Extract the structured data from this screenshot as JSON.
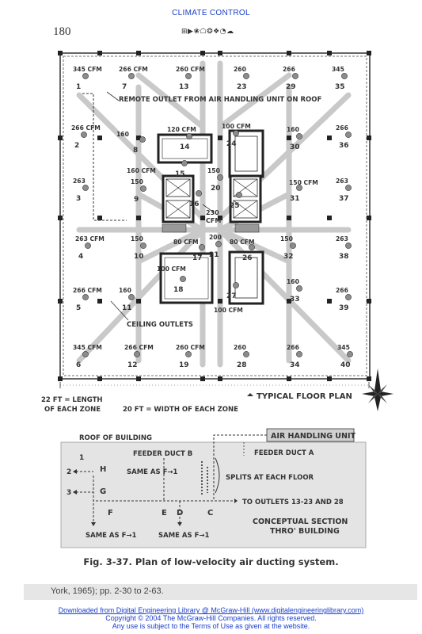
{
  "header": {
    "section": "CLIMATE CONTROL",
    "page_number": "180",
    "glyph_row": "⊞▶❀☖❂❖◔☁"
  },
  "plan": {
    "remote_outlet_label": "REMOTE OUTLET FROM AIR HANDLING UNIT ON ROOF",
    "ceiling_outlets_label": "CEILING OUTLETS",
    "typical_floor_plan": "TYPICAL FLOOR PLAN",
    "zone_length_1": "22 FT = LENGTH",
    "zone_length_2": "OF EACH ZONE",
    "zone_width": "20 FT = WIDTH OF EACH ZONE",
    "outlets": [
      {
        "num": "1",
        "cfm": "345 CFM"
      },
      {
        "num": "7",
        "cfm": "266 CFM"
      },
      {
        "num": "13",
        "cfm": "260 CFM"
      },
      {
        "num": "23",
        "cfm": "260"
      },
      {
        "num": "29",
        "cfm": "266"
      },
      {
        "num": "35",
        "cfm": "345"
      },
      {
        "num": "2",
        "cfm": "266 CFM"
      },
      {
        "num": "8",
        "cfm": "160"
      },
      {
        "num": "14",
        "cfm": "120 CFM"
      },
      {
        "num": "24",
        "cfm": "100 CFM"
      },
      {
        "num": "30",
        "cfm": "160"
      },
      {
        "num": "36",
        "cfm": "266"
      },
      {
        "num": "15",
        "cfm": "160 CFM"
      },
      {
        "num": "20",
        "cfm": "150"
      },
      {
        "num": "3",
        "cfm": "263"
      },
      {
        "num": "9",
        "cfm": "150"
      },
      {
        "num": "16",
        "cfm": ""
      },
      {
        "num": "25",
        "cfm": ""
      },
      {
        "num": "31",
        "cfm": "150 CFM"
      },
      {
        "num": "37",
        "cfm": "263"
      },
      {
        "num": "4",
        "cfm": "263 CFM"
      },
      {
        "num": "10",
        "cfm": "150"
      },
      {
        "num": "17",
        "cfm": "80 CFM"
      },
      {
        "num": "21",
        "cfm": "200"
      },
      {
        "num": "26",
        "cfm": "80 CFM"
      },
      {
        "num": "32",
        "cfm": "150"
      },
      {
        "num": "38",
        "cfm": "263"
      },
      {
        "num": "5",
        "cfm": "266 CFM"
      },
      {
        "num": "11",
        "cfm": "160"
      },
      {
        "num": "18",
        "cfm": "100 CFM"
      },
      {
        "num": "27",
        "cfm": "100 CFM"
      },
      {
        "num": "33",
        "cfm": "160"
      },
      {
        "num": "39",
        "cfm": "266"
      },
      {
        "num": "6",
        "cfm": "345 CFM"
      },
      {
        "num": "12",
        "cfm": "266 CFM"
      },
      {
        "num": "19",
        "cfm": "260 CFM"
      },
      {
        "num": "28",
        "cfm": "260"
      },
      {
        "num": "34",
        "cfm": "266"
      },
      {
        "num": "40",
        "cfm": "345"
      }
    ],
    "center_cfm_1": "230",
    "center_cfm_2": "CFM"
  },
  "section": {
    "roof_of_building": "ROOF OF BUILDING",
    "air_handling_unit": "AIR HANDLING UNIT",
    "feeder_duct_b": "FEEDER DUCT B",
    "feeder_duct_a": "FEEDER DUCT A",
    "same_as_1": "SAME AS F→1",
    "splits": "SPLITS AT EACH FLOOR",
    "to_outlets": "TO OUTLETS 13-23 AND 28",
    "same_as_2": "SAME AS F→1",
    "same_as_3": "SAME AS F→1",
    "conceptual_1": "CONCEPTUAL SECTION",
    "conceptual_2": "THRO' BUILDING",
    "labels": {
      "one": "1",
      "two": "2",
      "three": "3",
      "h": "H",
      "g": "G",
      "f": "F",
      "e": "E",
      "d": "D",
      "c": "C"
    }
  },
  "caption": "Fig. 3-37.  Plan of low-velocity air ducting system.",
  "reference": "York, 1965); pp. 2-30 to 2-63.",
  "footer": {
    "line1": "Downloaded from Digital Engineering Library @ McGraw-Hill (www.digitalengineeringlibrary.com)",
    "line2": "Copyright © 2004 The McGraw-Hill Companies. All rights reserved.",
    "line3": "Any use is subject to the Terms of Use as given at the website."
  },
  "colors": {
    "link_blue": "#1a3ec9",
    "duct_gray": "#c9c9c9",
    "section_bg": "#e4e4e4"
  }
}
